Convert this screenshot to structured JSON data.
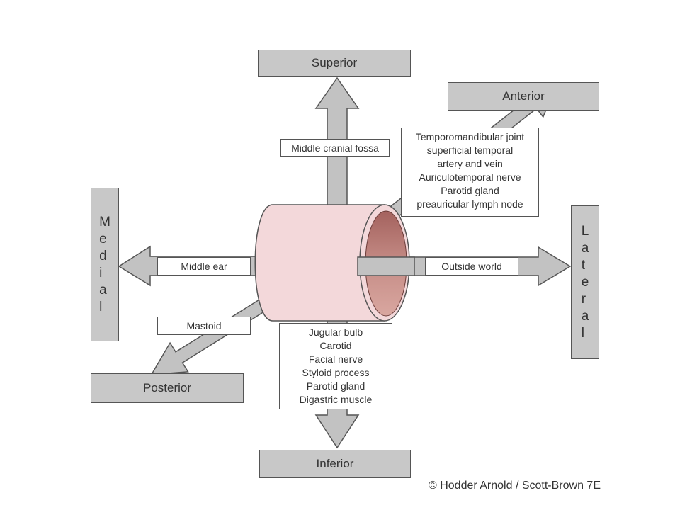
{
  "directions": {
    "superior": "Superior",
    "anterior": "Anterior",
    "medial": "Medial",
    "lateral": "Lateral",
    "posterior": "Posterior",
    "inferior": "Inferior"
  },
  "labels": {
    "middle_cranial_fossa": "Middle cranial fossa",
    "middle_ear": "Middle ear",
    "outside_world": "Outside world",
    "mastoid": "Mastoid"
  },
  "anterior_relations": [
    "Temporomandibular joint",
    "superficial temporal",
    "artery and vein",
    "Auriculotemporal nerve",
    "Parotid gland",
    "preauricular lymph node"
  ],
  "inferior_relations": [
    "Jugular bulb",
    "Carotid",
    "Facial nerve",
    "Styloid process",
    "Parotid gland",
    "Digastric muscle"
  ],
  "copyright": "© Hodder Arnold / Scott-Brown 7E",
  "colors": {
    "box_fill": "#c8c8c8",
    "arrow_fill": "#c2c2c2",
    "canal_outer": "#f2d6d8",
    "canal_inner": "#b87874"
  }
}
